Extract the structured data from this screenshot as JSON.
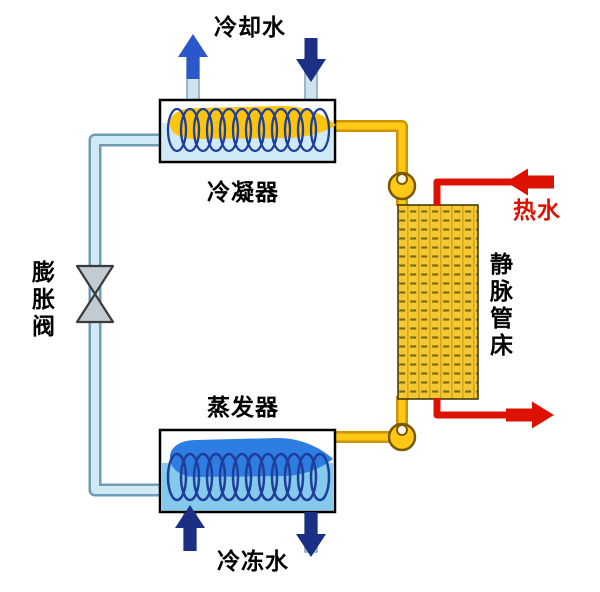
{
  "labels": {
    "cooling_water": "冷却水",
    "condenser": "冷凝器",
    "expansion_valve": "膨胀阀",
    "evaporator": "蒸发器",
    "chilled_water": "冷冻水",
    "hot_water": "热水",
    "tube_bed": "静脉管床"
  },
  "flows": {
    "cooling_water_out_arrow": "up",
    "cooling_water_in_arrow": "down",
    "hot_water_in_arrow": "left",
    "hot_water_out_arrow": "right",
    "chilled_water_in_arrow": "up",
    "chilled_water_out_arrow": "down"
  },
  "colors": {
    "hot_water_red": "#dd1100",
    "refrigerant_yellow": "#fcc40d",
    "refrigerant_liquid_blue": "#2e7de2",
    "pipe_yellow": "#ffc814",
    "pipe_yellow_edge": "#cc9405",
    "water_condenser": "#cfeaf6",
    "water_evaporator": "#85c9ec",
    "arrow_blue": "#2b57c8",
    "arrow_navy": "#1b2f85",
    "coil_outline": "#1f3f9a",
    "valve_gray": "#c3cbd2",
    "bed_yellow": "#f4c832"
  }
}
